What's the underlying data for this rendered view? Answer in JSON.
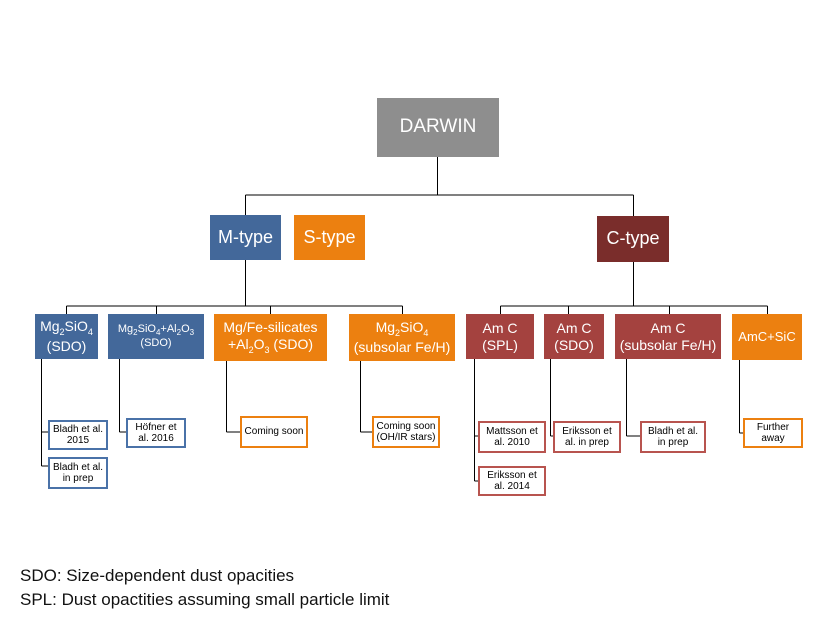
{
  "root": {
    "label": "DARWIN"
  },
  "types": {
    "m": "M-type",
    "s": "S-type",
    "c": "C-type"
  },
  "models": {
    "m1": {
      "pre": "Mg",
      "s1": "2",
      "mid": "SiO",
      "s2": "4",
      "line2": "(SDO)"
    },
    "m2": {
      "a": "Mg",
      "a1": "2",
      "b": "SiO",
      "b1": "4",
      "c": "+Al",
      "c1": "2",
      "d": "O",
      "d1": "3",
      "line2": "(SDO)"
    },
    "m3": {
      "line1": "Mg/Fe-silicates",
      "pre": "+Al",
      "s1": "2",
      "mid": "O",
      "s2": "3",
      "post": " (SDO)"
    },
    "m4": {
      "pre": "Mg",
      "s1": "2",
      "mid": "SiO",
      "s2": "4",
      "line2": "(subsolar Fe/H)"
    },
    "c1": {
      "line1": "Am C",
      "line2": "(SPL)"
    },
    "c2": {
      "line1": "Am C",
      "line2": "(SDO)"
    },
    "c3": {
      "line1": "Am C",
      "line2": "(subsolar Fe/H)"
    },
    "c4": {
      "line1": "AmC+SiC"
    }
  },
  "refs": {
    "r1": {
      "l1": "Bladh et al.",
      "l2": "2015"
    },
    "r2": {
      "l1": "Bladh et al.",
      "l2": "in prep"
    },
    "r3": {
      "l1": "Höfner et",
      "l2": "al. 2016"
    },
    "r4": {
      "l1": "Coming soon"
    },
    "r5": {
      "l1": "Coming soon",
      "l2": "(OH/IR stars)"
    },
    "r6": {
      "l1": "Mattsson et",
      "l2": "al. 2010"
    },
    "r7": {
      "l1": "Eriksson et",
      "l2": "al. 2014"
    },
    "r8": {
      "l1": "Eriksson et",
      "l2": "al. in prep"
    },
    "r9": {
      "l1": "Bladh et al.",
      "l2": "in prep"
    },
    "r10": {
      "l1": "Further",
      "l2": "away"
    }
  },
  "legend": {
    "sdo": "SDO: Size-dependent dust opacities",
    "spl": "SPL:  Dust opactities assuming small particle limit"
  },
  "colors": {
    "root": "#8e8e8e",
    "mtype": "#43689a",
    "stype": "#ec8010",
    "ctype": "#7a2d2b",
    "carbon": "#a4423f",
    "lines": "#000000"
  }
}
